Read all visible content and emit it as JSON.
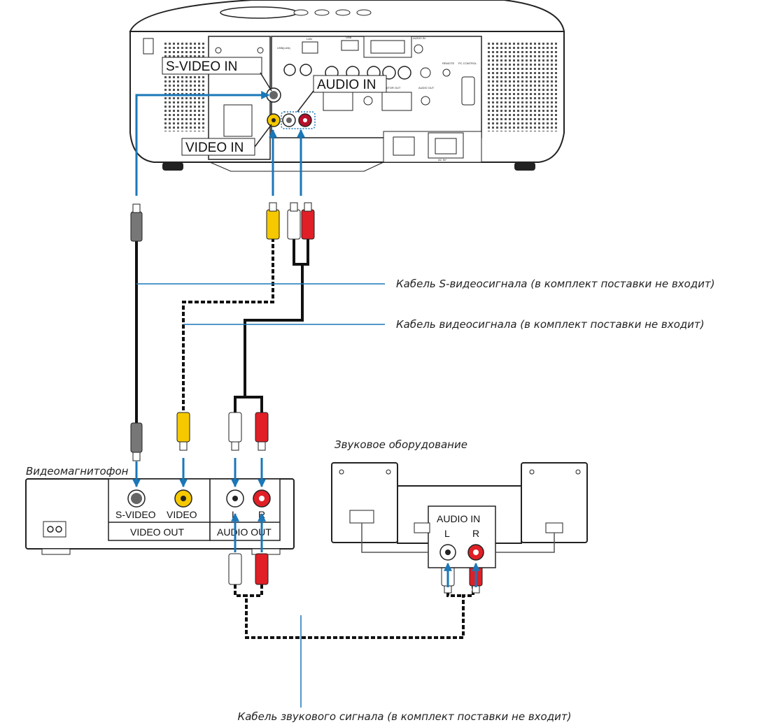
{
  "projector": {
    "labels": {
      "s_video_in": "S-VIDEO IN",
      "audio_in": "AUDIO IN",
      "video_in": "VIDEO IN"
    },
    "panel_text": {
      "lan": "LAN",
      "usb": "USB",
      "usb_lan": "USB(LAN)",
      "audio_in_small": "AUDIO IN",
      "remote": "REMOTE",
      "pc_control": "PC CONTROL",
      "monitor_out": "MONITOR OUT",
      "audio_out": "AUDIO OUT",
      "ac_in": "AC IN~"
    }
  },
  "vcr": {
    "title": "Видеомагнитофон",
    "s_video": "S-VIDEO",
    "video": "VIDEO",
    "video_out": "VIDEO OUT",
    "l": "L",
    "r": "R",
    "audio_out": "AUDIO OUT"
  },
  "audio_equipment": {
    "title": "Звуковое оборудование",
    "audio_in": "AUDIO IN",
    "l": "L",
    "r": "R"
  },
  "captions": {
    "s_video_cable": "Кабель S-видеосигнала (в комплект поставки не входит)",
    "video_cable": "Кабель видеосигнала (в комплект поставки не входит)",
    "audio_cable": "Кабель звукового сигнала (в комплект поставки не входит)"
  },
  "colors": {
    "arrow_blue": "#1a77b8",
    "plug_yellow": "#f5c800",
    "plug_red": "#e01f26",
    "plug_white": "#ffffff"
  }
}
